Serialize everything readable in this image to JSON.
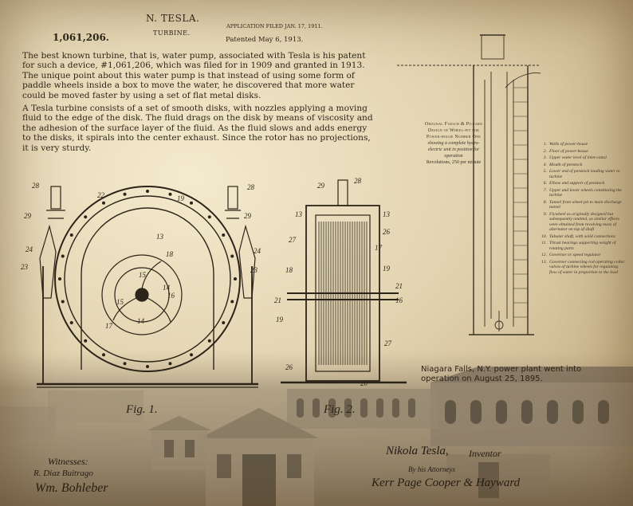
{
  "patent": {
    "number": "1,061,206.",
    "inventor": "N. TESLA.",
    "title": "TURBINE.",
    "application": "APPLICATION FILED JAN. 17, 1911.",
    "patented": "Patented May 6, 1913."
  },
  "body": {
    "paragraph1": "The best known turbine, that is, water pump, associated with Tesla is his patent for such a device, #1,061,206, which was filed for in 1909 and granted in 1913.",
    "paragraph2": "The unique point about this water pump is that instead of using some form of paddle wheels inside a box to move the water, he discovered that more water could be moved faster by using a set of flat metal disks.",
    "paragraph3": "A Tesla turbine consists of a set of smooth disks, with nozzles applying a moving fluid to the edge of the disk. The fluid drags on the disk by means of viscosity and the adhesion of the surface layer of the fluid. As the fluid slows and adds energy to the disks, it spirals into the center exhaust. Since the rotor has no projections, it is very sturdy."
  },
  "figures": {
    "fig1_caption": "Fig. 1.",
    "fig2_caption": "Fig. 2.",
    "fig1_labels": [
      "28",
      "22",
      "19",
      "28",
      "29",
      "29",
      "24",
      "24",
      "23",
      "23",
      "13",
      "18",
      "15",
      "14",
      "15",
      "16",
      "17",
      "14"
    ],
    "fig2_labels": [
      "29",
      "28",
      "13",
      "13",
      "27",
      "26",
      "17",
      "18",
      "19",
      "21",
      "21",
      "16",
      "19",
      "27",
      "26",
      "20"
    ]
  },
  "drawing_note": {
    "line1": "Original Faesch & Piccard",
    "line2": "Design of Wheel-pit for",
    "line3": "Power-house Number One",
    "line4": "showing a complete hydro-",
    "line5": "electric unit in position for",
    "line6": "operation",
    "line7": "Revolutions, 250 per minute"
  },
  "legend": [
    {
      "n": "1.",
      "text": "Walls of power-house"
    },
    {
      "n": "2.",
      "text": "Floor of power-house"
    },
    {
      "n": "3.",
      "text": "Upper water level of inlet-canal"
    },
    {
      "n": "4.",
      "text": "Mouth of penstock"
    },
    {
      "n": "5.",
      "text": "Lower end of penstock leading water to turbine"
    },
    {
      "n": "6.",
      "text": "Elbow and support of penstock"
    },
    {
      "n": "7.",
      "text": "Upper and lower wheels constituting the turbine"
    },
    {
      "n": "8.",
      "text": "Tunnel from wheel-pit to main discharge tunnel"
    },
    {
      "n": "9.",
      "text": "Flywheel as originally designed but subsequently omitted, as similar effects were obtained from revolving mass of alternator on top of shaft"
    },
    {
      "n": "10.",
      "text": "Tubular shaft, with solid connections"
    },
    {
      "n": "11.",
      "text": "Thrust bearings supporting weight of rotating parts"
    },
    {
      "n": "12.",
      "text": "Governor or speed regulator"
    },
    {
      "n": "13.",
      "text": "Governor connecting rod operating collar valves of turbine wheels for regulating flow of water in proportion to the load"
    }
  ],
  "photo_caption": "Niagara Falls, N.Y. power plant went into operation on August 25, 1895.",
  "signatures": {
    "witnesses_label": "Witnesses:",
    "witness1": "R. Diaz Buitrago",
    "witness2": "Wm. Bohleber",
    "inventor_sig": "Nikola Tesla,",
    "inventor_label": "Inventor",
    "attorneys_label": "By his Attorneys",
    "attorneys": "Kerr Page Cooper & Hayward"
  }
}
